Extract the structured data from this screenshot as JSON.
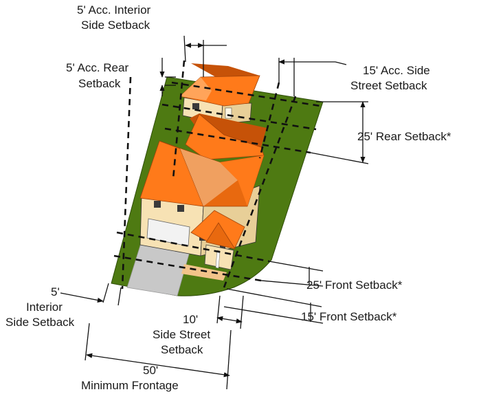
{
  "diagram": {
    "labels": {
      "acc_interior_side_1": "5' Acc. Interior",
      "acc_interior_side_2": "Side Setback",
      "acc_rear_1": "5' Acc. Rear",
      "acc_rear_2": "Setback",
      "acc_side_street_1": "15' Acc. Side",
      "acc_side_street_2": "Street Setback",
      "rear_setback": "25' Rear Setback*",
      "front_setback_25": "25' Front Setback*",
      "front_setback_15": "15' Front Setback*",
      "interior_side_1": "5'",
      "interior_side_2": "Interior",
      "interior_side_3": "Side Setback",
      "side_street_1": "10'",
      "side_street_2": "Side Street",
      "side_street_3": "Setback",
      "frontage_1": "50'",
      "frontage_2": "Minimum Frontage"
    },
    "colors": {
      "lawn": "#4e7a12",
      "driveway": "#c8c8c8",
      "roof_light": "#ff7a1a",
      "roof_dark": "#c65208",
      "roof_mid": "#e8690f",
      "roof_shadow": "#f0a060",
      "wall": "#f7e2b4",
      "wall_shade": "#e8cf98",
      "garage": "#f2f2f2",
      "window": "#3a3a3a"
    }
  }
}
